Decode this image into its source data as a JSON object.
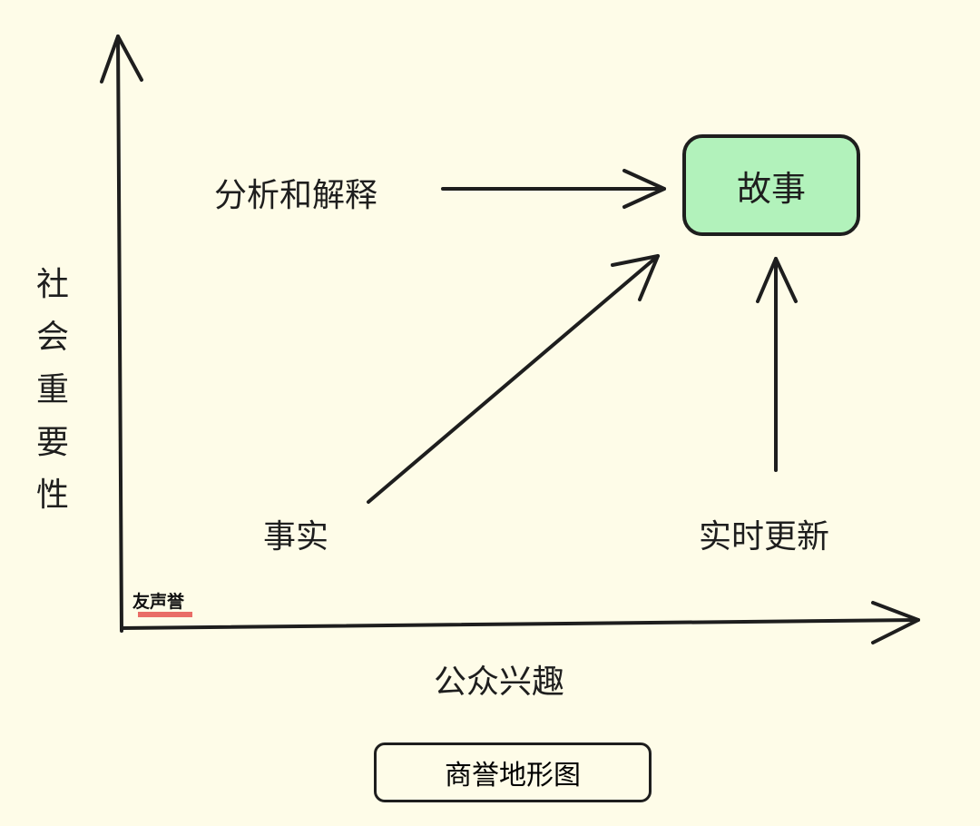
{
  "axes": {
    "y_label": "社会重要性",
    "x_label": "公众兴趣"
  },
  "nodes": {
    "analysis": "分析和解释",
    "story": "故事",
    "facts": "事实",
    "realtime": "实时更新"
  },
  "caption": "商誉地形图",
  "logo": {
    "text": "友声誉"
  },
  "colors": {
    "story_fill": "#b2f2bb",
    "background": "#fefce8",
    "stroke": "#1e1e1e"
  }
}
